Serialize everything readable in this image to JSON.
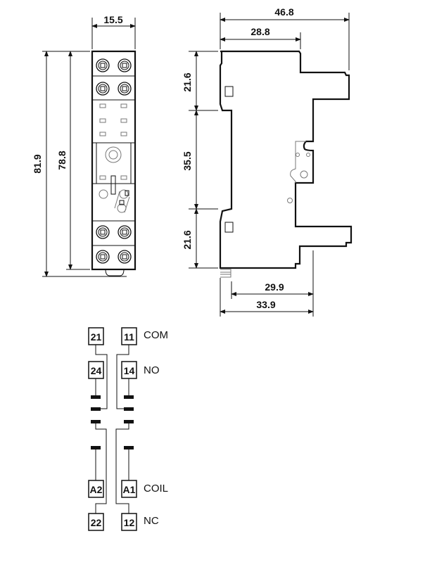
{
  "front_view": {
    "width_dim": "15.5",
    "height_overall_dim": "81.9",
    "height_body_dim": "78.8"
  },
  "side_view": {
    "width_overall_dim": "46.8",
    "width_top_dim": "28.8",
    "upper_dim": "21.6",
    "middle_dim": "35.5",
    "lower_dim": "21.6",
    "bottom_inner_dim": "29.9",
    "bottom_overall_dim": "33.9"
  },
  "schematic": {
    "terminals": {
      "t21": "21",
      "t11": "11",
      "t24": "24",
      "t14": "14",
      "a2": "A2",
      "a1": "A1",
      "t22": "22",
      "t12": "12"
    },
    "labels": {
      "com": "COM",
      "no": "NO",
      "coil": "COIL",
      "nc": "NC"
    }
  }
}
